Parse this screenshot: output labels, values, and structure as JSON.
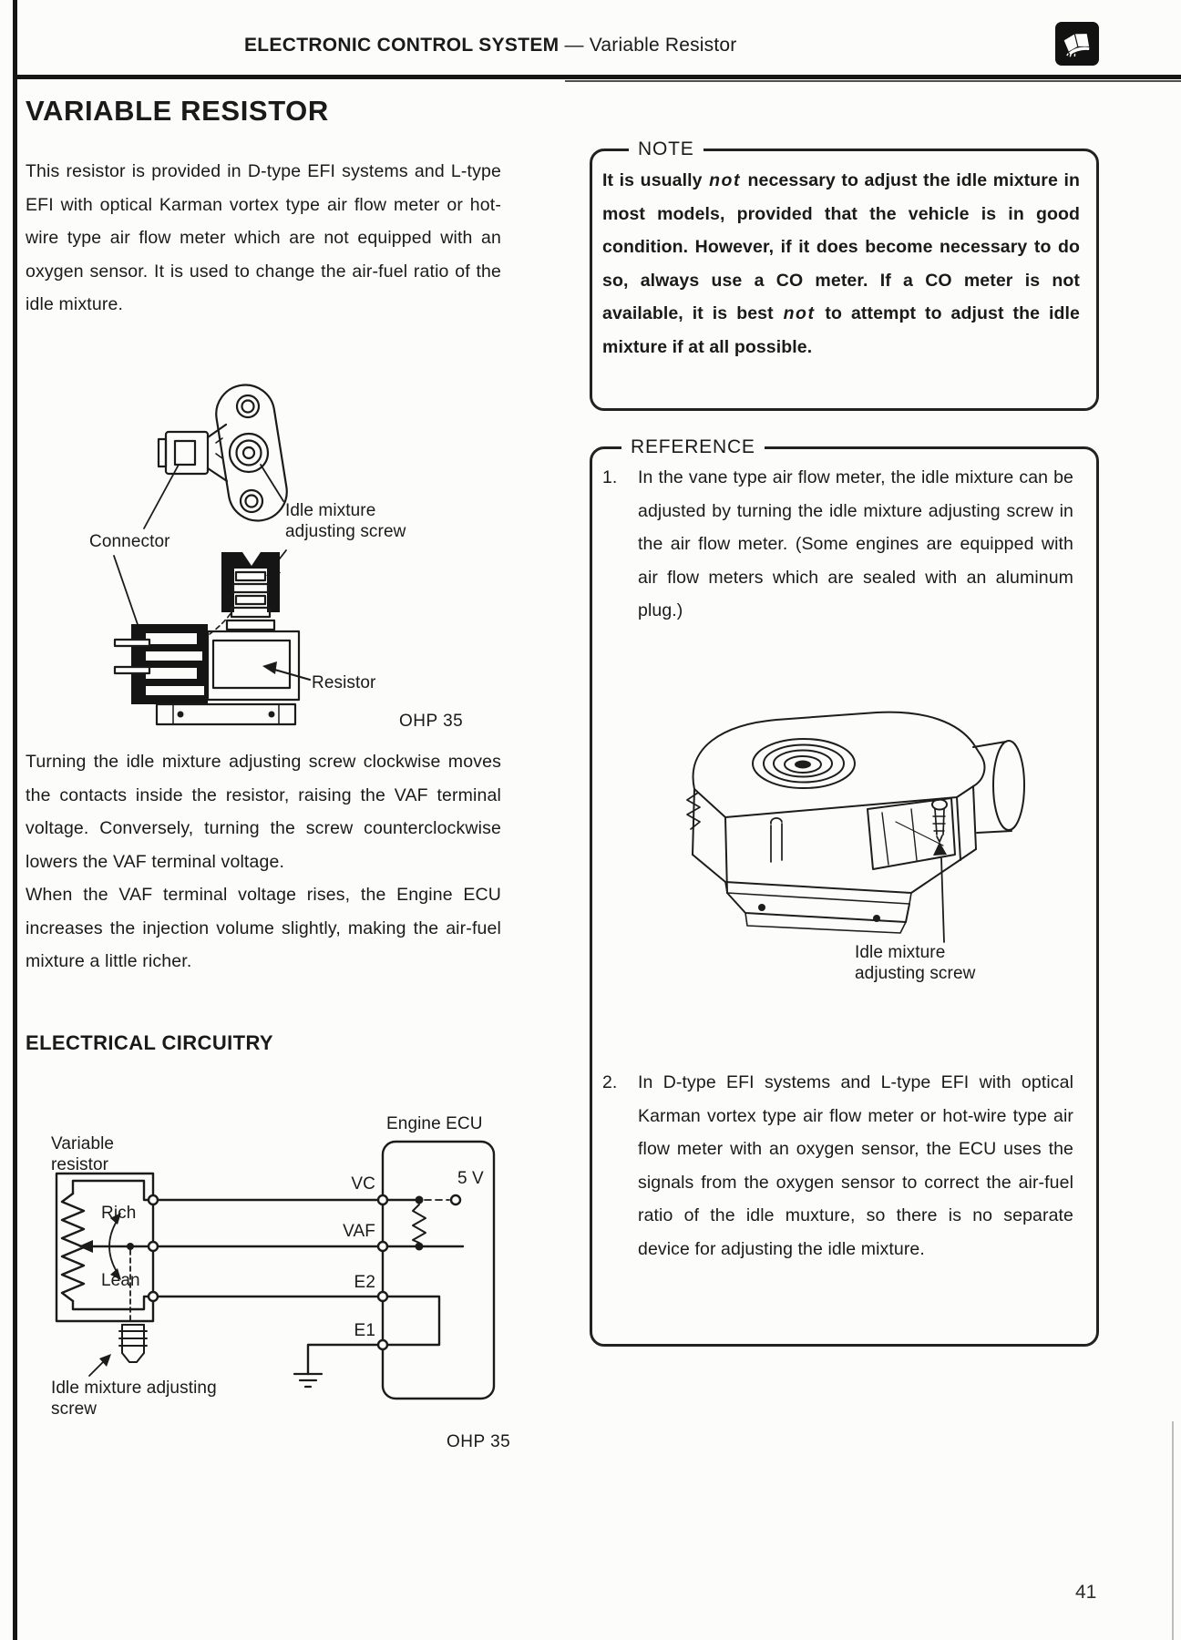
{
  "header": {
    "section": "ELECTRONIC CONTROL SYSTEM",
    "topic": " — Variable Resistor",
    "icon": "open-book-icon"
  },
  "page_number": "41",
  "left": {
    "title": "VARIABLE RESISTOR",
    "para1": "This resistor is provided in D-type EFI systems and L-type EFI with optical Karman vortex type air flow meter or hot-wire type air flow meter which are not equipped with an oxygen sensor. It is used to change the air-fuel ratio of the idle mixture.",
    "fig_resistor": {
      "connector": "Connector",
      "screw": "Idle mixture adjusting screw",
      "resistor": "Resistor",
      "ohp": "OHP 35"
    },
    "para2": "Turning the idle mixture adjusting screw clockwise moves the contacts inside the resistor, raising the VAF terminal voltage. Conversely, turning the screw counterclockwise lowers the VAF terminal voltage.",
    "para3": "When the VAF terminal voltage rises, the Engine ECU increases the injection volume slightly, making the air-fuel mixture a little richer.",
    "circuit_title": "ELECTRICAL CIRCUITRY",
    "circuit": {
      "variable_resistor": "Variable resistor",
      "engine_ecu": "Engine ECU",
      "rich": "Rich",
      "lean": "Lean",
      "vc": "VC",
      "vaf": "VAF",
      "e2": "E2",
      "e1": "E1",
      "v5": "5 V",
      "screw": "Idle mixture adjusting screw",
      "ohp": "OHP 35"
    }
  },
  "note": {
    "title": "NOTE",
    "body": [
      {
        "t": "It is usually "
      },
      {
        "t": "not",
        "i": true
      },
      {
        "t": " necessary to adjust the idle mixture in most models, provided that the vehicle is in good condition. However, if it does become necessary to do so, always use a CO meter. If a CO meter is not available, it is best "
      },
      {
        "t": "not",
        "i": true
      },
      {
        "t": " to attempt to adjust the idle mixture if at all possible."
      }
    ]
  },
  "reference": {
    "title": "REFERENCE",
    "items": [
      {
        "num": "1.",
        "text": "In the vane type air flow meter, the idle mixture can be adjusted by turning the idle mixture adjusting screw in the air flow meter. (Some engines are equipped with air flow meters which are sealed with an aluminum plug.)"
      },
      {
        "num": "2.",
        "text": "In D-type EFI systems and L-type EFI with optical Karman vortex type air flow meter or hot-wire type air flow meter with an oxygen sensor, the ECU uses the signals from the oxygen sensor to correct the air-fuel ratio of the idle muxture, so there is no separate device for adjusting the idle mixture."
      }
    ],
    "fig_label": "Idle mixture adjusting screw"
  }
}
